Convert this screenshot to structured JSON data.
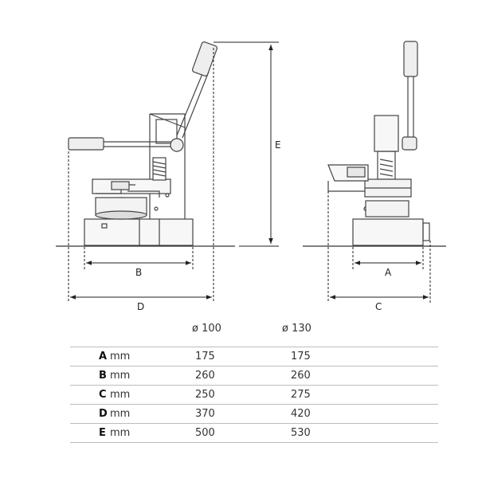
{
  "dimension_labels": {
    "A": "A",
    "B": "B",
    "C": "C",
    "D": "D",
    "E": "E"
  },
  "table": {
    "columns": [
      "ø 100",
      "ø 130"
    ],
    "rows": [
      {
        "key": "A",
        "unit": "mm",
        "values": [
          "175",
          "175"
        ]
      },
      {
        "key": "B",
        "unit": "mm",
        "values": [
          "260",
          "260"
        ]
      },
      {
        "key": "C",
        "unit": "mm",
        "values": [
          "250",
          "275"
        ]
      },
      {
        "key": "D",
        "unit": "mm",
        "values": [
          "370",
          "420"
        ]
      },
      {
        "key": "E",
        "unit": "mm",
        "values": [
          "500",
          "530"
        ]
      }
    ]
  }
}
